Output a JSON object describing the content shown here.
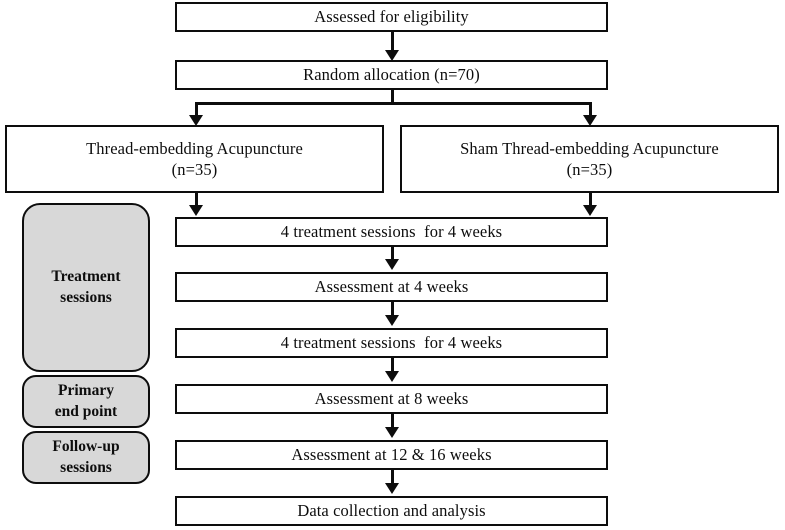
{
  "figure": {
    "type": "clinical-trial-flow-diagram",
    "colors": {
      "stroke": "#0d0d0d",
      "box_fill": "#ffffff",
      "phase_fill": "#d8d8d8",
      "background": "#ffffff"
    }
  },
  "nodes": {
    "assessed": "Assessed for eligibility",
    "randomized": "Random allocation (n=70)",
    "arm_left_line1": "Thread-embedding Acupuncture",
    "arm_left_line2": "(n=35)",
    "arm_right_line1": "Sham Thread-embedding Acupuncture",
    "arm_right_line2": "(n=35)",
    "treatment_1": "4 treatment sessions  for 4 weeks",
    "assessment_4w": "Assessment at 4 weeks",
    "treatment_2": "4 treatment sessions  for 4 weeks",
    "assessment_8w": "Assessment at 8 weeks",
    "assessment_12_16w": "Assessment at 12 & 16 weeks",
    "data_collection": "Data collection and analysis"
  },
  "phase_labels": {
    "treatment_line1": "Treatment",
    "treatment_line2": "sessions",
    "primary_line1": "Primary",
    "primary_line2": "end point",
    "followup_line1": "Follow-up",
    "followup_line2": "sessions"
  }
}
